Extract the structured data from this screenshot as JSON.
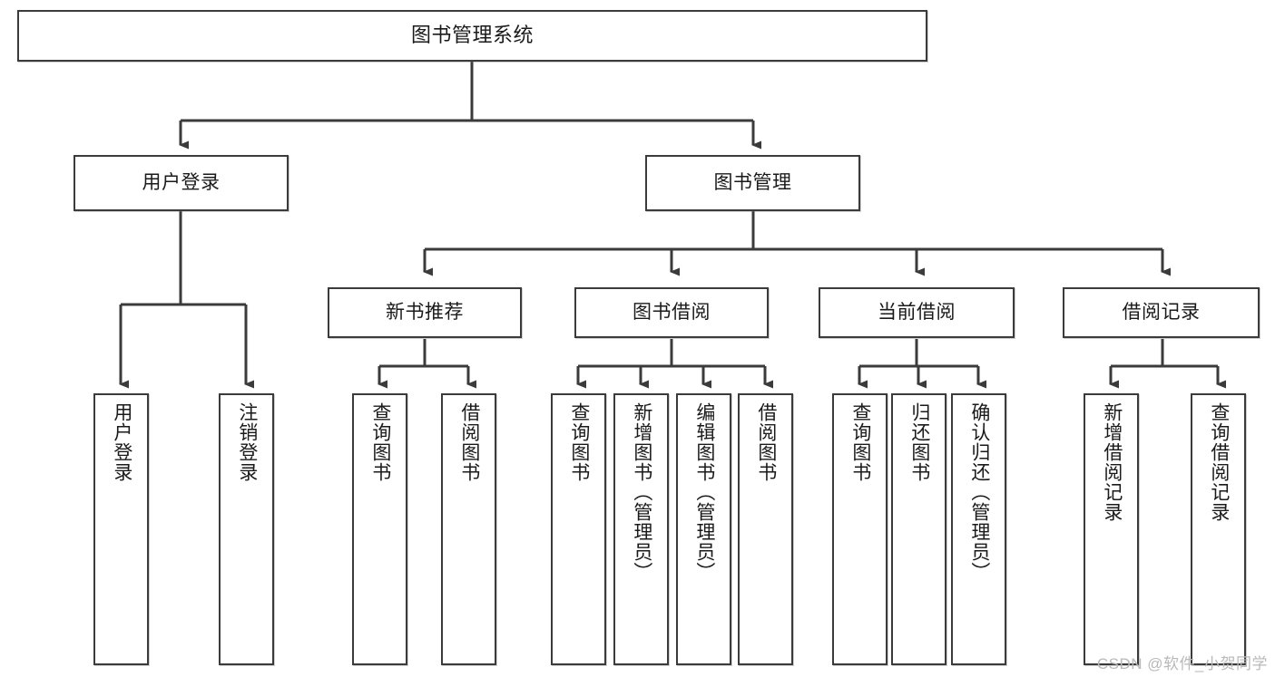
{
  "diagram": {
    "title": "图书管理系统",
    "type": "tree-hierarchy",
    "colors": {
      "stroke": "#3b3b3b",
      "fill": "#ffffff",
      "text": "#1a1a1a",
      "watermark": "#b9b9b9"
    },
    "root": {
      "label": "图书管理系统"
    },
    "level2": [
      {
        "label": "用户登录"
      },
      {
        "label": "图书管理"
      }
    ],
    "level3": [
      {
        "label": "新书推荐"
      },
      {
        "label": "图书借阅"
      },
      {
        "label": "当前借阅"
      },
      {
        "label": "借阅记录"
      }
    ],
    "leaves": {
      "user_login": [
        {
          "label": "用户登录"
        },
        {
          "label": "注销登录"
        }
      ],
      "new_book_recommend": [
        {
          "label": "查询图书"
        },
        {
          "label": "借阅图书"
        }
      ],
      "book_borrow": [
        {
          "label": "查询图书"
        },
        {
          "label": "新增图书（管理员）"
        },
        {
          "label": "编辑图书（管理员）"
        },
        {
          "label": "借阅图书"
        }
      ],
      "current_borrow": [
        {
          "label": "查询图书"
        },
        {
          "label": "归还图书"
        },
        {
          "label": "确认归还（管理员）"
        }
      ],
      "borrow_records": [
        {
          "label": "新增借阅记录"
        },
        {
          "label": "查询借阅记录"
        }
      ]
    },
    "watermark": "CSDN @软件_小贺同学"
  }
}
